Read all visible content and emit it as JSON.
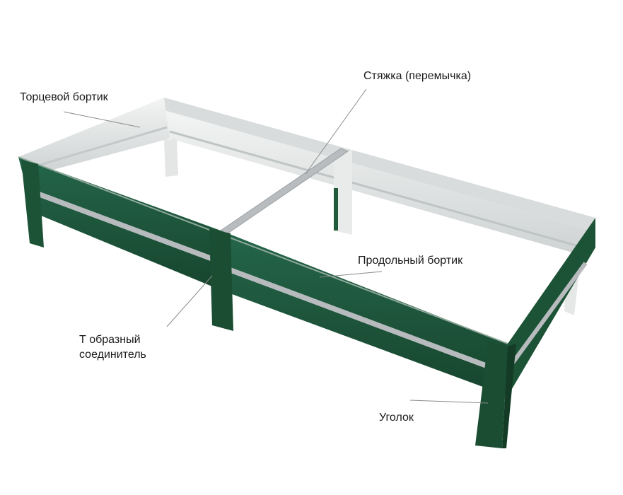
{
  "labels": {
    "end_side": "Торцевой бортик",
    "tie": "Стяжка (перемычка)",
    "long_side": "Продольный бортик",
    "t_connector": "Т образный\nсоединитель",
    "corner": "Уголок"
  },
  "colors": {
    "panel_green": "#1f5a3a",
    "panel_green_dark": "#163f29",
    "panel_inner_light": "#e6e8e8",
    "panel_inner_shade": "#cfd3d3",
    "tie_bar": "#b9bcbf",
    "leader_line": "#8a8a8a"
  }
}
